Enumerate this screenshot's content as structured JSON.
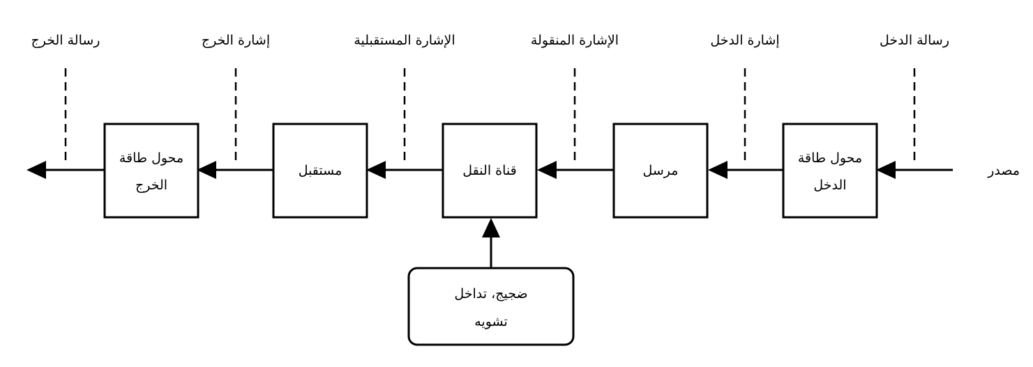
{
  "source_label": "مصدر",
  "blocks": {
    "input_transducer": {
      "line1": "محول طاقة",
      "line2": "الدخل"
    },
    "transmitter": {
      "label": "مرسل"
    },
    "channel": {
      "label": "قناة النقل"
    },
    "receiver": {
      "label": "مستقبل"
    },
    "output_transducer": {
      "line1": "محول طاقة",
      "line2": "الخرج"
    },
    "noise": {
      "line1": "ضجيج، تداخل",
      "line2": "تشويه"
    }
  },
  "signals": {
    "input_message": "رسالة الدخل",
    "input_signal": "إشارة الدخل",
    "transmitted_signal": "الإشارة المنقولة",
    "received_signal": "الإشارة المستقبلية",
    "output_signal": "إشارة الخرج",
    "output_message": "رسالة الخرج"
  }
}
